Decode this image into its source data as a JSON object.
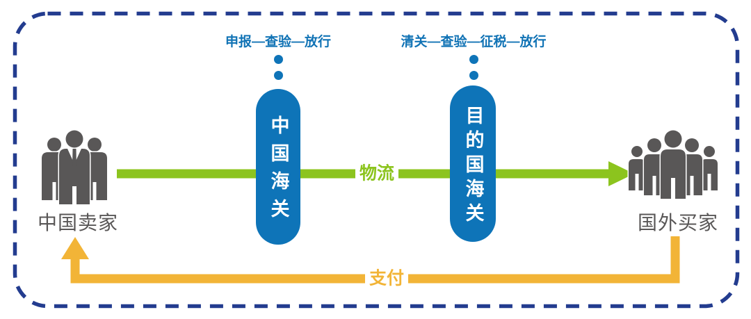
{
  "colors": {
    "customs_pill_blue": "#0e74b8",
    "annotation_blue": "#1173b5",
    "logistics_green": "#8cc41e",
    "payment_orange": "#f2b437",
    "border_navy": "#233c8f",
    "people_gray": "#595757"
  },
  "diagram": {
    "sellers": {
      "label": "中国卖家"
    },
    "buyers": {
      "label": "国外买家"
    },
    "china_customs": {
      "label": "中国海关",
      "process": "申报—查验—放行"
    },
    "destination_customs": {
      "label": "目的国海关",
      "process": "清关—查验—征税—放行"
    },
    "logistics": {
      "label": "物流",
      "from": "中国卖家",
      "to": "国外买家"
    },
    "payment": {
      "label": "支付",
      "from": "国外买家",
      "to": "中国卖家"
    }
  }
}
